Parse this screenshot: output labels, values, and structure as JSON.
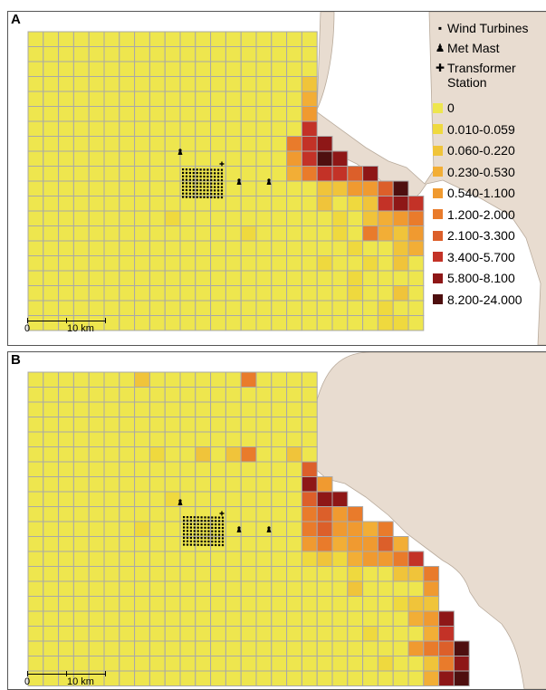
{
  "panels": [
    {
      "id": "A",
      "label": "A",
      "scale": {
        "start": "0",
        "end": "10 km"
      }
    },
    {
      "id": "B",
      "label": "B",
      "scale": {
        "start": "0",
        "end": "10 km"
      }
    }
  ],
  "legend": {
    "symbols": [
      {
        "icon": "wind-turbine-icon",
        "glyph": "▪",
        "label": "Wind Turbines"
      },
      {
        "icon": "met-mast-icon",
        "glyph": "♟",
        "label": "Met Mast"
      },
      {
        "icon": "transformer-station-icon",
        "glyph": "✚",
        "label": "Transformer Station"
      }
    ],
    "classes": [
      {
        "label": "0",
        "color": "#EEE64E"
      },
      {
        "label": "0.010-0.059",
        "color": "#EFD93E"
      },
      {
        "label": "0.060-0.220",
        "color": "#F0C43A"
      },
      {
        "label": "0.230-0.530",
        "color": "#F2AE36"
      },
      {
        "label": "0.540-1.100",
        "color": "#F09A30"
      },
      {
        "label": "1.200-2.000",
        "color": "#E97B2B"
      },
      {
        "label": "2.100-3.300",
        "color": "#DC5F2A"
      },
      {
        "label": "3.400-5.700",
        "color": "#C33227"
      },
      {
        "label": "5.800-8.100",
        "color": "#8E1717"
      },
      {
        "label": "8.200-24.000",
        "color": "#4E0F0F"
      }
    ]
  },
  "colors": {
    "land": "#E8DCD0",
    "sea": "#FFFFFF",
    "grid_line": "#A8A8A8"
  }
}
